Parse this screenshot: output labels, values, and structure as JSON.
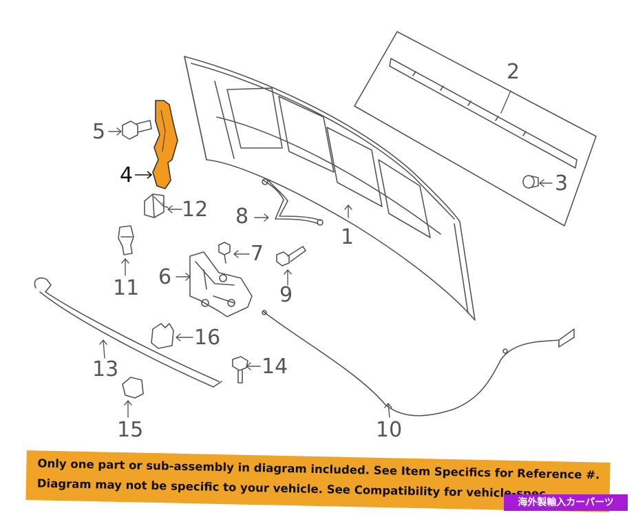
{
  "callouts": {
    "c1": "1",
    "c2": "2",
    "c3": "3",
    "c4": "4",
    "c5": "5",
    "c6": "6",
    "c7": "7",
    "c8": "8",
    "c9": "9",
    "c10": "10",
    "c11": "11",
    "c12": "12",
    "c13": "13",
    "c14": "14",
    "c15": "15",
    "c16": "16"
  },
  "highlight_part": "4",
  "colors": {
    "highlight_fill": "#f29a1f",
    "line_art": "#555555",
    "banner": "#f0a427",
    "badge": "#a61bd6"
  },
  "disclaimer": {
    "line1": "Only one part or sub-assembly in diagram included. See Item Specifics for Reference #.",
    "line2": "Diagram may not be specific to your vehicle. See Compatibility for vehicle-spec"
  },
  "badge": "海外製輸入カーパーツ"
}
